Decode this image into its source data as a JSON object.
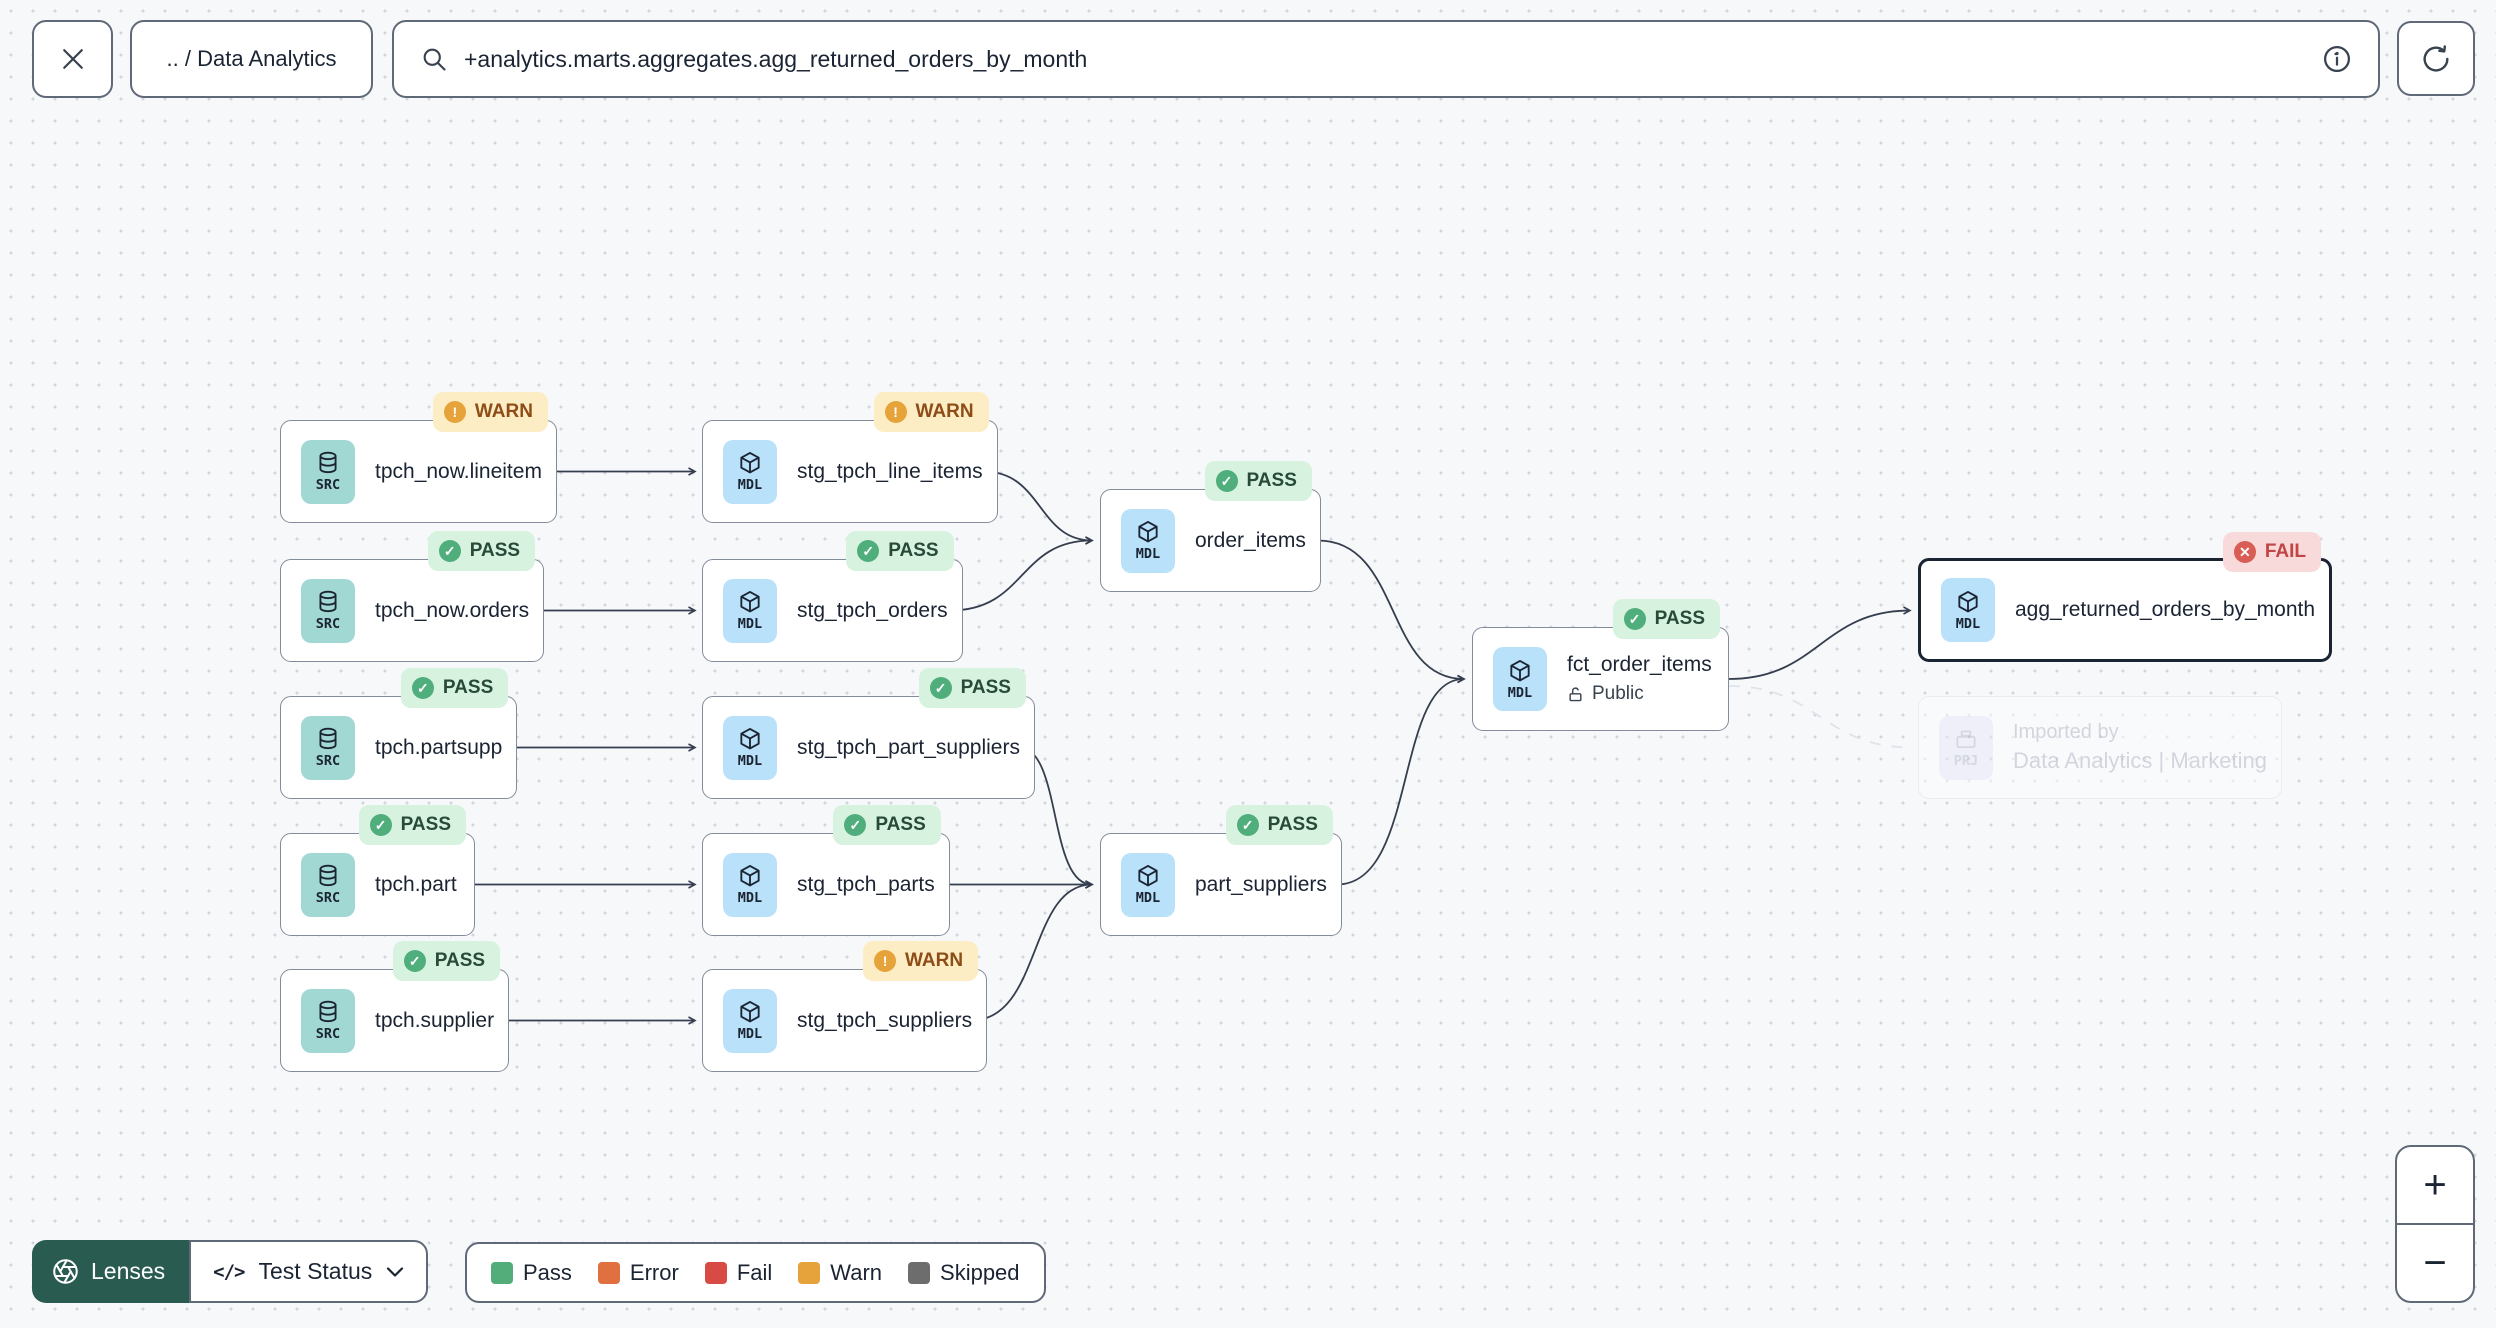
{
  "toolbar": {
    "breadcrumb": ".. / Data Analytics",
    "search_value": "+analytics.marts.aggregates.agg_returned_orders_by_month"
  },
  "graph": {
    "nodes": [
      {
        "type": "SRC",
        "label": "tpch_now.lineitem",
        "status": "WARN"
      },
      {
        "type": "SRC",
        "label": "tpch_now.orders",
        "status": "PASS"
      },
      {
        "type": "SRC",
        "label": "tpch.partsupp",
        "status": "PASS"
      },
      {
        "type": "SRC",
        "label": "tpch.part",
        "status": "PASS"
      },
      {
        "type": "SRC",
        "label": "tpch.supplier",
        "status": "PASS"
      },
      {
        "type": "MDL",
        "label": "stg_tpch_line_items",
        "status": "WARN"
      },
      {
        "type": "MDL",
        "label": "stg_tpch_orders",
        "status": "PASS"
      },
      {
        "type": "MDL",
        "label": "stg_tpch_part_suppliers",
        "status": "PASS"
      },
      {
        "type": "MDL",
        "label": "stg_tpch_parts",
        "status": "PASS"
      },
      {
        "type": "MDL",
        "label": "stg_tpch_suppliers",
        "status": "WARN"
      },
      {
        "type": "MDL",
        "label": "order_items",
        "status": "PASS"
      },
      {
        "type": "MDL",
        "label": "part_suppliers",
        "status": "PASS"
      },
      {
        "type": "MDL",
        "label": "fct_order_items",
        "sublabel": "Public",
        "status": "PASS"
      },
      {
        "type": "MDL",
        "label": "agg_returned_orders_by_month",
        "status": "FAIL",
        "selected": true
      },
      {
        "type": "PRJ",
        "label": "Imported by",
        "sublabel": "Data Analytics | Marketing"
      }
    ]
  },
  "lenses": {
    "button_label": "Lenses",
    "selector_label": "Test Status"
  },
  "legend": {
    "items": [
      {
        "label": "Pass",
        "color": "#53ad7a"
      },
      {
        "label": "Error",
        "color": "#e0703f"
      },
      {
        "label": "Fail",
        "color": "#d84b45"
      },
      {
        "label": "Warn",
        "color": "#e6a33c"
      },
      {
        "label": "Skipped",
        "color": "#6d6d6d"
      }
    ]
  },
  "zoom_controls": {
    "zoom_in": "+",
    "zoom_out": "−"
  },
  "status_colors": {
    "pass": "#50ae7c",
    "warn": "#e5a33a",
    "fail": "#d95c55"
  },
  "brand": {
    "lenses_bg": "#2a5b50"
  }
}
